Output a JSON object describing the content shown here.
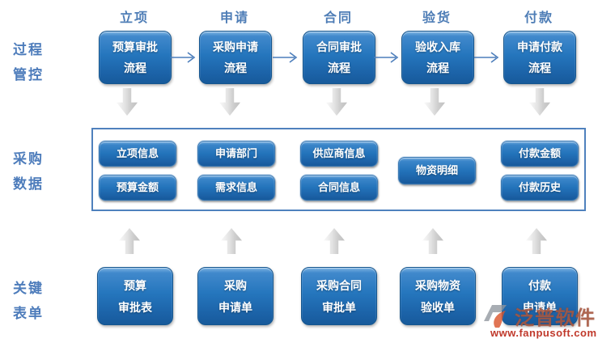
{
  "row_labels": {
    "process": [
      "过程",
      "管控"
    ],
    "data": [
      "采购",
      "数据"
    ],
    "forms": [
      "关键",
      "表单"
    ]
  },
  "columns": [
    {
      "header": "立项",
      "process": [
        "预算审批",
        "流程"
      ],
      "form": [
        "预算",
        "审批表"
      ]
    },
    {
      "header": "申请",
      "process": [
        "采购申请",
        "流程"
      ],
      "form": [
        "采购",
        "申请单"
      ]
    },
    {
      "header": "合同",
      "process": [
        "合同审批",
        "流程"
      ],
      "form": [
        "采购合同",
        "审批单"
      ]
    },
    {
      "header": "验货",
      "process": [
        "验收入库",
        "流程"
      ],
      "form": [
        "采购物资",
        "验收单"
      ]
    },
    {
      "header": "付款",
      "process": [
        "申请付款",
        "流程"
      ],
      "form": [
        "付款",
        "申请单"
      ]
    }
  ],
  "data_box": {
    "groups": [
      {
        "items": [
          "立项信息",
          "预算金额"
        ]
      },
      {
        "items": [
          "申请部门",
          "需求信息"
        ]
      },
      {
        "items": [
          "供应商信息",
          "合同信息"
        ]
      },
      {
        "items": [
          "物资明细"
        ]
      },
      {
        "items": [
          "付款金额",
          "付款历史"
        ]
      }
    ]
  },
  "watermark": {
    "brand": "泛普软件",
    "url": "www.fanpusoft.com"
  },
  "icons": {
    "flow_arrow_right": "→",
    "block_arrow_down": "⬇",
    "block_arrow_up": "⬆",
    "fanpu_logo": "swoosh-mark"
  },
  "colors": {
    "box_blue": "#2373BA",
    "box_border_blue": "#15568F",
    "data_rect_border": "#4F81BD",
    "row_label_blue": "#4D7CBB",
    "header_blue": "#4E7DB6",
    "flow_arrow_blue": "#4D7EBB",
    "block_arrow_silver": "#D9D9D9",
    "watermark_url_red": "#C0392B"
  }
}
